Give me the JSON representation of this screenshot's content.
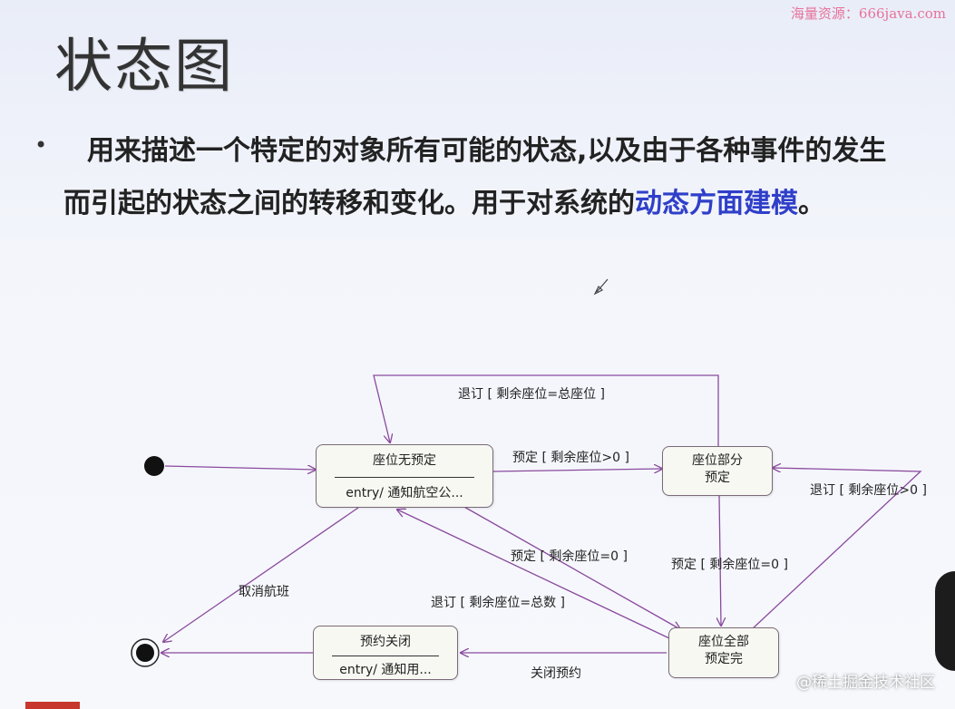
{
  "watermark_top": "海量资源：666java.com",
  "slide": {
    "title": "状态图",
    "bullet": "•",
    "text_part1": "用来描述一个特定的对象所有可能的状态,以及由于各种事件的发生而引起的状态之间的转移和变化。用于对系统的",
    "text_highlight": "动态方面建模",
    "text_end": "。"
  },
  "states": {
    "no_booking": {
      "name": "座位无预定",
      "entry": "entry/ 通知航空公..."
    },
    "partial": {
      "name_line1": "座位部分",
      "name_line2": "预定"
    },
    "full": {
      "name_line1": "座位全部",
      "name_line2": "预定完"
    },
    "closed": {
      "name": "预约关闭",
      "entry": "entry/ 通知用..."
    }
  },
  "transitions": {
    "cancel_all": "退订 [ 剩余座位=总座位 ]",
    "book_more": "预定 [ 剩余座位>0 ]",
    "cancel_partial": "退订 [ 剩余座位>0 ]",
    "book_full_from_partial": "预定 [ 剩余座位=0 ]",
    "book_full_from_none": "预定 [ 剩余座位=0 ]",
    "cancel_to_none": "退订 [ 剩余座位=总数 ]",
    "cancel_flight": "取消航班",
    "close_booking": "关闭预约"
  },
  "colors": {
    "highlight": "#2f3fc9",
    "arrow_purple": "#8a4a9e"
  },
  "watermark_bottom": "@稀土掘金技术社区"
}
